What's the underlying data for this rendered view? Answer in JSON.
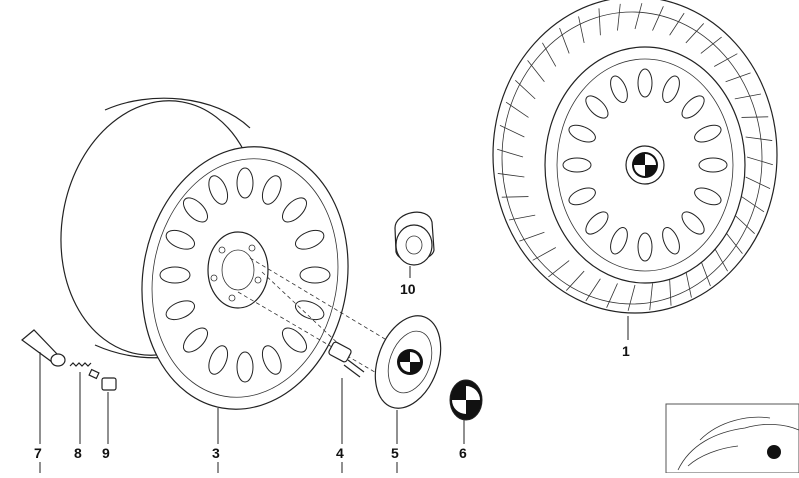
{
  "callouts": [
    {
      "id": "1",
      "label": "1"
    },
    {
      "id": "3",
      "label": "3"
    },
    {
      "id": "4",
      "label": "4"
    },
    {
      "id": "5",
      "label": "5"
    },
    {
      "id": "6",
      "label": "6"
    },
    {
      "id": "7",
      "label": "7"
    },
    {
      "id": "8",
      "label": "8"
    },
    {
      "id": "9",
      "label": "9"
    },
    {
      "id": "10",
      "label": "10"
    }
  ],
  "colors": {
    "line": "#222222",
    "background": "#ffffff",
    "cap_dark": "#111111"
  },
  "icons": [
    "bmw-roundel-icon",
    "car-thumbnail-icon"
  ]
}
